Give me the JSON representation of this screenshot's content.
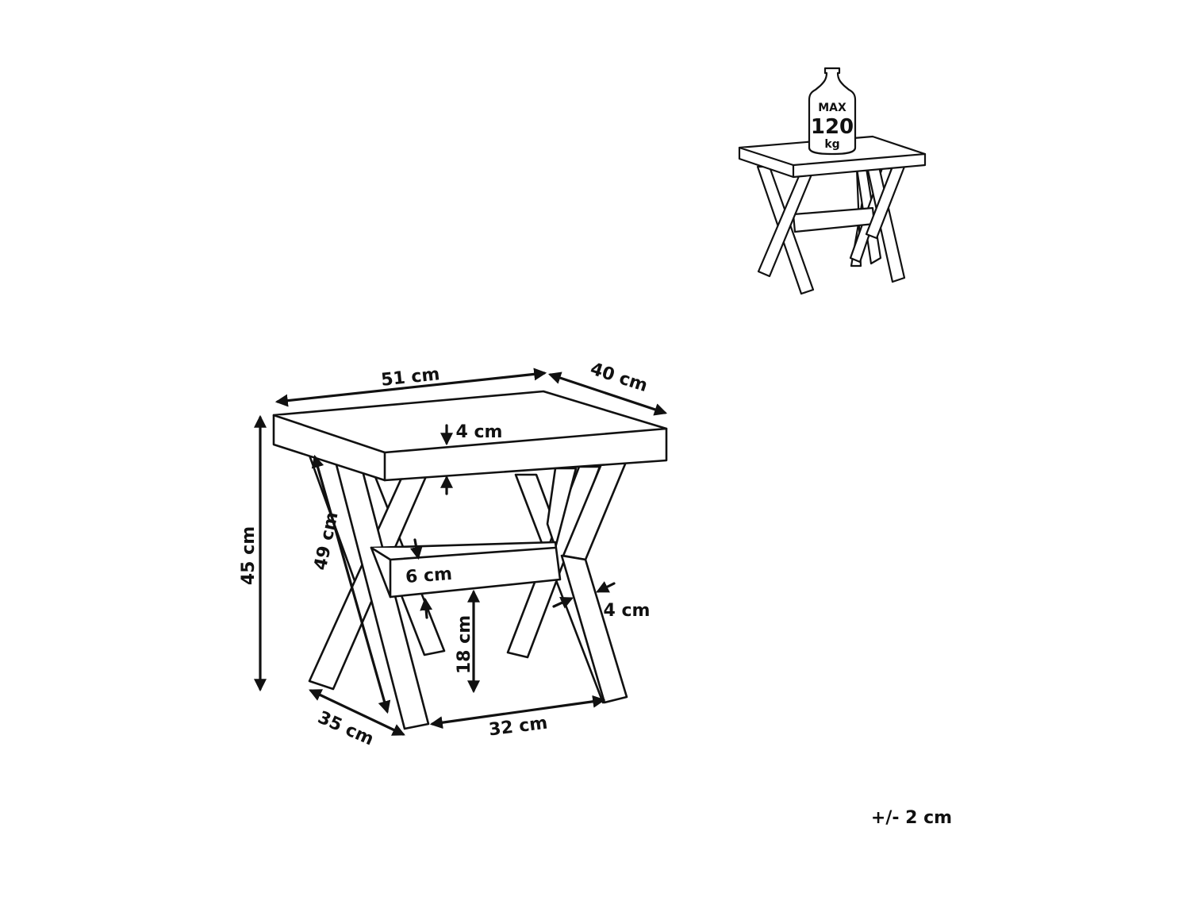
{
  "weight_badge": {
    "max_label": "MAX",
    "value": "120",
    "unit": "kg"
  },
  "dimensions": {
    "width": "51 cm",
    "depth": "40 cm",
    "top_thickness": "4 cm",
    "height": "45 cm",
    "leg_length": "49 cm",
    "shelf_thickness": "6 cm",
    "leg_width": "4 cm",
    "shelf_height": "18 cm",
    "base_depth": "35 cm",
    "base_width": "32 cm"
  },
  "tolerance": "+/- 2 cm",
  "colors": {
    "line": "#111111",
    "fill": "#ffffff"
  }
}
